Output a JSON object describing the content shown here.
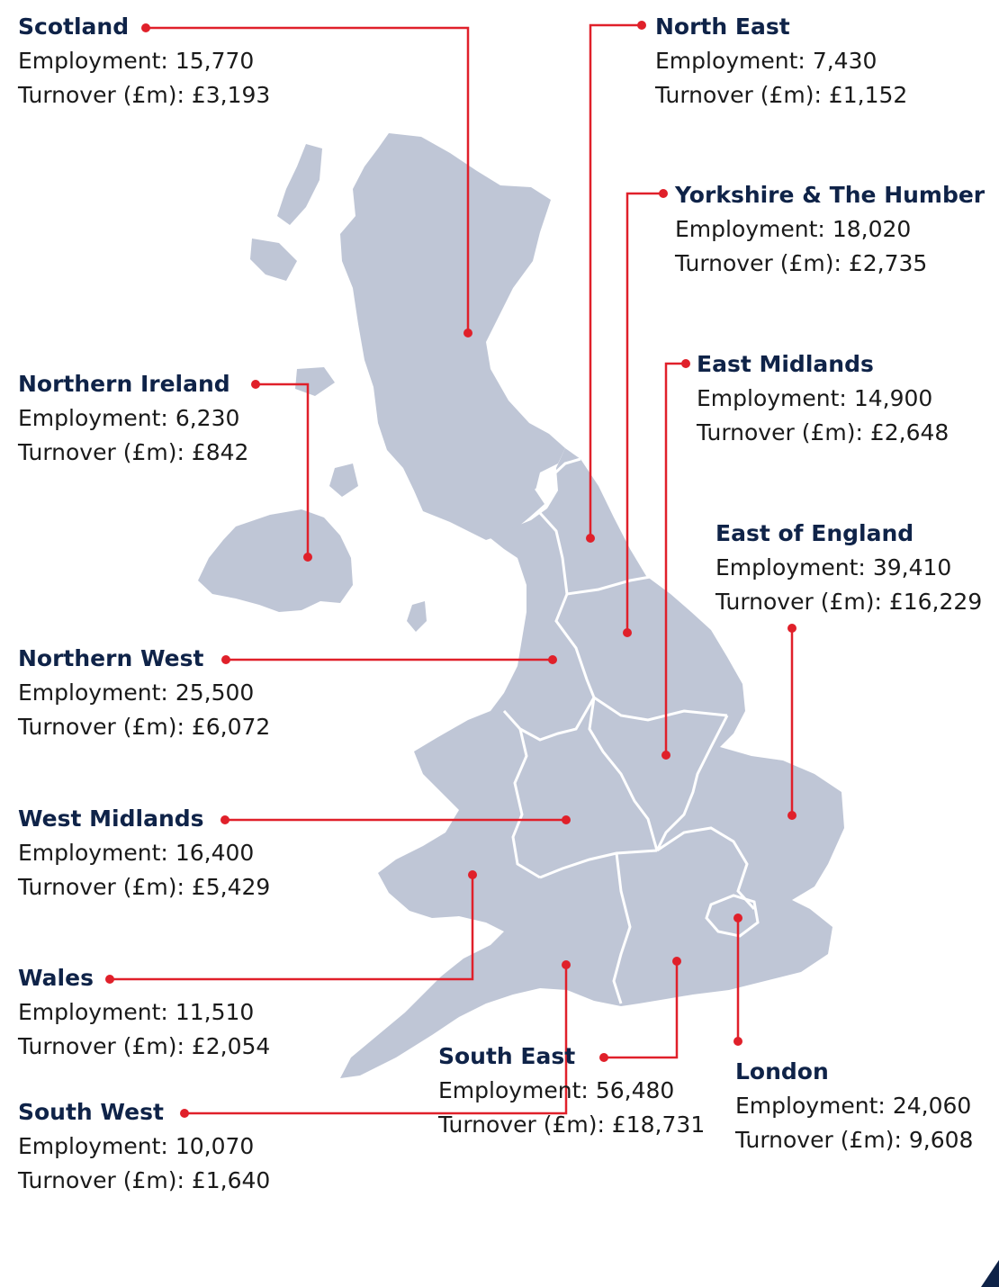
{
  "colors": {
    "land": "#bfc6d6",
    "border": "#ffffff",
    "leader": "#e0202a",
    "name": "#0f2348",
    "text": "#1a1a1a",
    "corner": "#0f2348"
  },
  "regions": [
    {
      "name": "Scotland",
      "employment_label": "Employment:",
      "employment": "15,770",
      "turnover_label": "Turnover (£m):",
      "turnover": "£3,193"
    },
    {
      "name": "Northern Ireland",
      "employment_label": "Employment:",
      "employment": "6,230",
      "turnover_label": "Turnover (£m):",
      "turnover": "£842"
    },
    {
      "name": "Northern West",
      "employment_label": "Employment:",
      "employment": "25,500",
      "turnover_label": "Turnover (£m):",
      "turnover": "£6,072"
    },
    {
      "name": "West Midlands",
      "employment_label": "Employment:",
      "employment": "16,400",
      "turnover_label": "Turnover (£m):",
      "turnover": "£5,429"
    },
    {
      "name": "Wales",
      "employment_label": "Employment:",
      "employment": "11,510",
      "turnover_label": "Turnover (£m):",
      "turnover": "£2,054"
    },
    {
      "name": "South West",
      "employment_label": "Employment:",
      "employment": "10,070",
      "turnover_label": "Turnover (£m):",
      "turnover": "£1,640"
    },
    {
      "name": "North East",
      "employment_label": "Employment:",
      "employment": "7,430",
      "turnover_label": "Turnover (£m):",
      "turnover": "£1,152"
    },
    {
      "name": "Yorkshire & The Humber",
      "employment_label": "Employment:",
      "employment": "18,020",
      "turnover_label": "Turnover (£m):",
      "turnover": "£2,735"
    },
    {
      "name": "East Midlands",
      "employment_label": "Employment:",
      "employment": "14,900",
      "turnover_label": "Turnover (£m):",
      "turnover": "£2,648"
    },
    {
      "name": "East of England",
      "employment_label": "Employment:",
      "employment": "39,410",
      "turnover_label": "Turnover (£m):",
      "turnover": "£16,229"
    },
    {
      "name": "London",
      "employment_label": "Employment:",
      "employment": "24,060",
      "turnover_label": "Turnover (£m):",
      "turnover": "9,608"
    },
    {
      "name": "South East",
      "employment_label": "Employment:",
      "employment": "56,480",
      "turnover_label": "Turnover (£m):",
      "turnover": "£18,731"
    }
  ]
}
